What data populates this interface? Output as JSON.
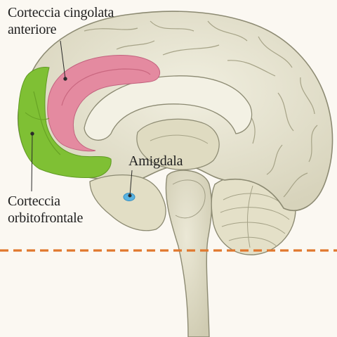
{
  "labels": {
    "anterior_cingulate": [
      "Corteccia cingolata",
      "anteriore"
    ],
    "orbitofrontal": [
      "Corteccia",
      "orbitofrontale"
    ],
    "amygdala": "Amigdala"
  },
  "colors": {
    "background": "#fbf8f2",
    "brain_fill": "#e6e3cf",
    "brain_stroke": "#8c8a72",
    "anterior_cingulate_region": "#e48aa0",
    "orbitofrontal_region": "#7fc034",
    "amygdala_region": "#58b3e2",
    "reference_line": "#e0782e"
  }
}
